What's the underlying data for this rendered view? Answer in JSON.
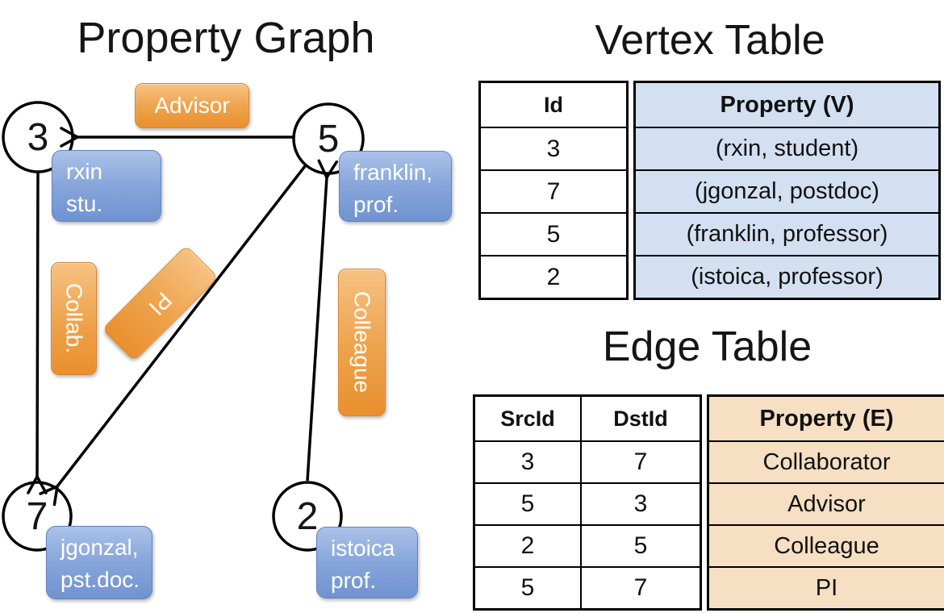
{
  "graph": {
    "title": "Property Graph",
    "nodes": [
      {
        "id": "3",
        "label": [
          "rxin",
          "stu."
        ]
      },
      {
        "id": "5",
        "label": [
          "franklin,",
          "prof."
        ]
      },
      {
        "id": "7",
        "label": [
          "jgonzal,",
          "pst.doc."
        ]
      },
      {
        "id": "2",
        "label": [
          "istoica",
          "prof."
        ]
      }
    ],
    "edges": [
      {
        "label": "Advisor",
        "from": "5",
        "to": "3"
      },
      {
        "label": "Collab.",
        "from": "3",
        "to": "7"
      },
      {
        "label": "PI",
        "from": "5",
        "to": "7"
      },
      {
        "label": "Colleague",
        "from": "2",
        "to": "5"
      }
    ]
  },
  "vertex_table": {
    "title": "Vertex Table",
    "headers": {
      "id": "Id",
      "property": "Property (V)"
    },
    "rows": [
      {
        "id": "3",
        "property": "(rxin, student)"
      },
      {
        "id": "7",
        "property": "(jgonzal, postdoc)"
      },
      {
        "id": "5",
        "property": "(franklin, professor)"
      },
      {
        "id": "2",
        "property": "(istoica, professor)"
      }
    ]
  },
  "edge_table": {
    "title": "Edge Table",
    "headers": {
      "src": "SrcId",
      "dst": "DstId",
      "property": "Property (E)"
    },
    "rows": [
      {
        "src": "3",
        "dst": "7",
        "property": "Collaborator"
      },
      {
        "src": "5",
        "dst": "3",
        "property": "Advisor"
      },
      {
        "src": "2",
        "dst": "5",
        "property": "Colleague"
      },
      {
        "src": "5",
        "dst": "7",
        "property": "PI"
      }
    ]
  },
  "colors": {
    "edge_label_top": "#f6c283",
    "edge_label_bottom": "#e98f2e",
    "vertex_label_top": "#aac2e9",
    "vertex_label_bottom": "#7093d1",
    "vertex_property_cell": "#d3e0f2",
    "edge_property_cell": "#f6dfc2",
    "line": "#000000",
    "label_text": "#ffffff"
  }
}
